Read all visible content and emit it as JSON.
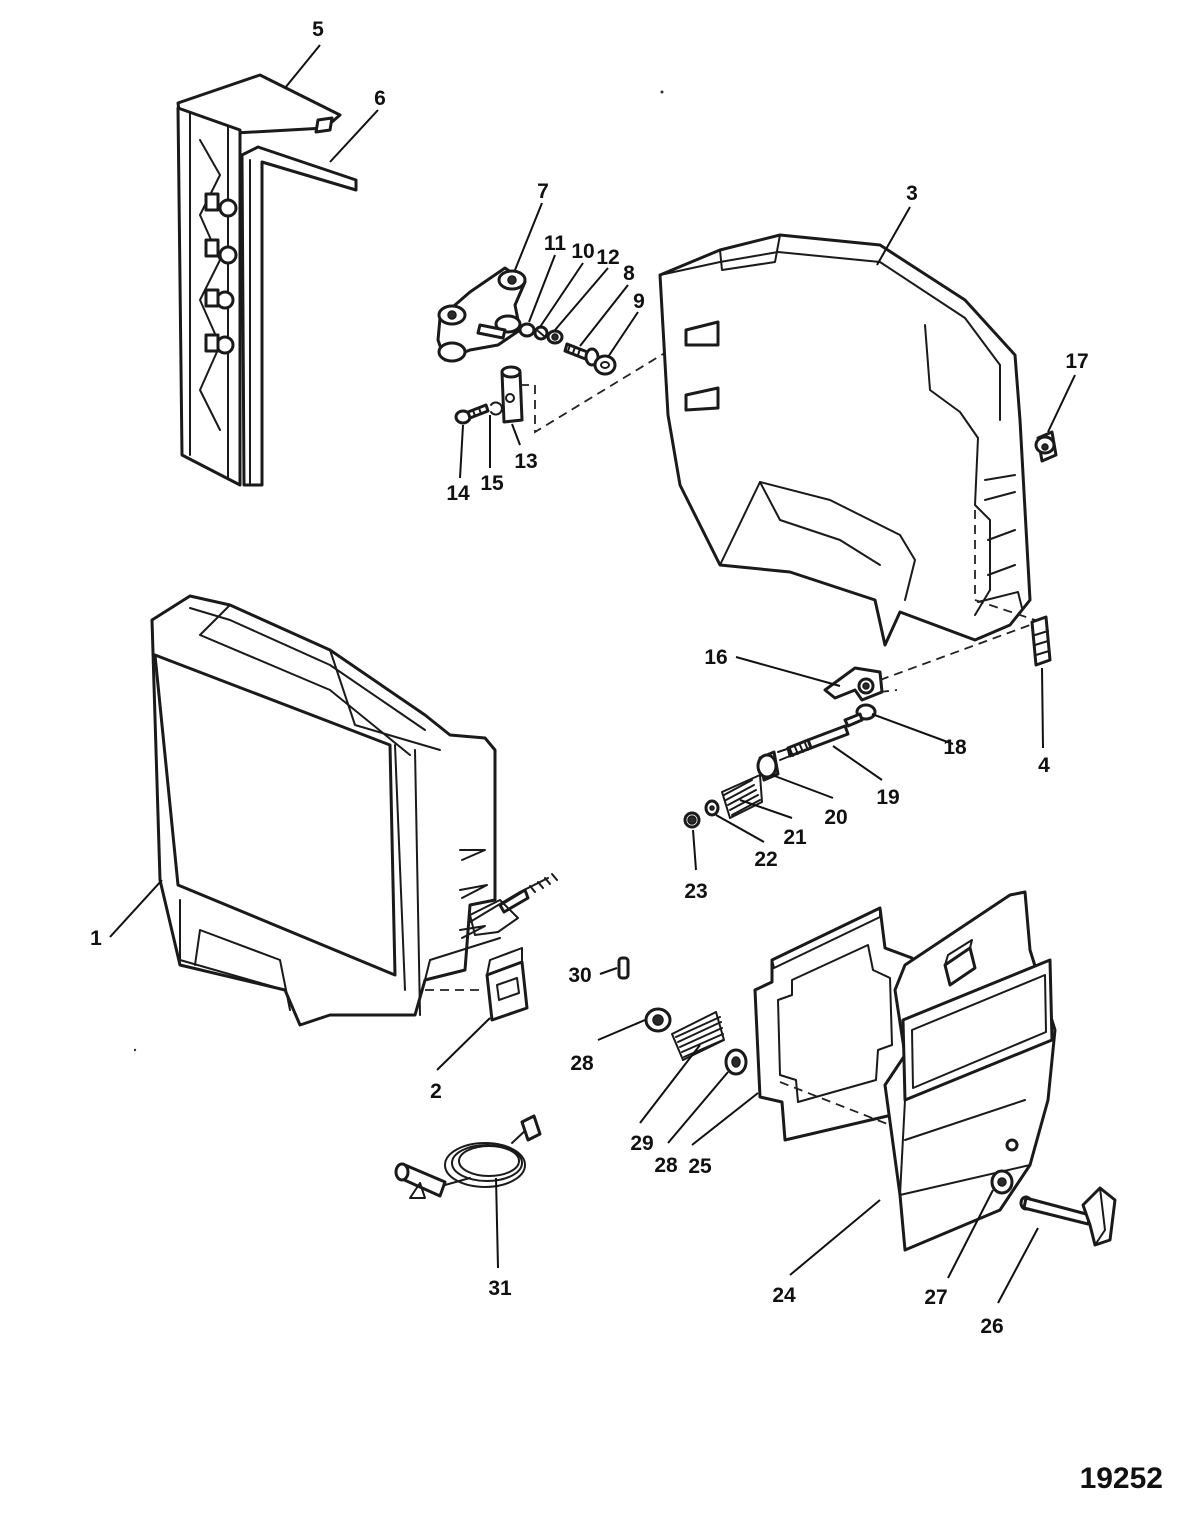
{
  "figure_number": "19252",
  "callouts": [
    {
      "id": "c1",
      "label": "1"
    },
    {
      "id": "c2",
      "label": "2"
    },
    {
      "id": "c3",
      "label": "3"
    },
    {
      "id": "c4",
      "label": "4"
    },
    {
      "id": "c5",
      "label": "5"
    },
    {
      "id": "c6",
      "label": "6"
    },
    {
      "id": "c7",
      "label": "7"
    },
    {
      "id": "c8",
      "label": "8"
    },
    {
      "id": "c9",
      "label": "9"
    },
    {
      "id": "c10",
      "label": "10"
    },
    {
      "id": "c11",
      "label": "11"
    },
    {
      "id": "c12",
      "label": "12"
    },
    {
      "id": "c13",
      "label": "13"
    },
    {
      "id": "c14",
      "label": "14"
    },
    {
      "id": "c15",
      "label": "15"
    },
    {
      "id": "c16",
      "label": "16"
    },
    {
      "id": "c17",
      "label": "17"
    },
    {
      "id": "c18",
      "label": "18"
    },
    {
      "id": "c19",
      "label": "19"
    },
    {
      "id": "c20",
      "label": "20"
    },
    {
      "id": "c21",
      "label": "21"
    },
    {
      "id": "c22",
      "label": "22"
    },
    {
      "id": "c23",
      "label": "23"
    },
    {
      "id": "c24",
      "label": "24"
    },
    {
      "id": "c25",
      "label": "25"
    },
    {
      "id": "c26",
      "label": "26"
    },
    {
      "id": "c27",
      "label": "27"
    },
    {
      "id": "c28a",
      "label": "28"
    },
    {
      "id": "c28b",
      "label": "28"
    },
    {
      "id": "c29",
      "label": "29"
    },
    {
      "id": "c30",
      "label": "30"
    },
    {
      "id": "c31",
      "label": "31"
    }
  ]
}
